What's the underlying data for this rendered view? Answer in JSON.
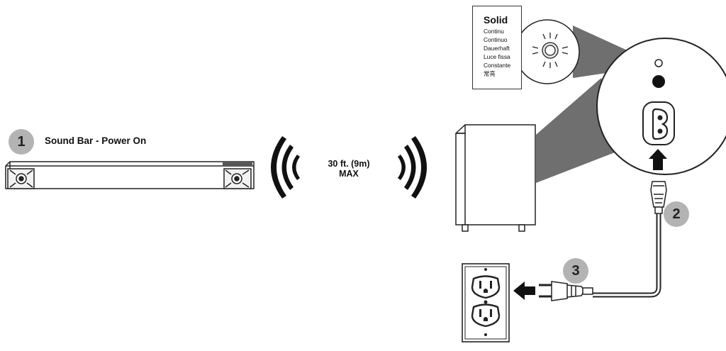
{
  "steps": {
    "step1": {
      "number": "1",
      "label": "Sound Bar - Power On"
    },
    "step2": {
      "number": "2"
    },
    "step3": {
      "number": "3"
    }
  },
  "range": {
    "line1": "30 ft. (9m)",
    "line2": "MAX"
  },
  "led_legend": {
    "title": "Solid",
    "translations": [
      "Continu",
      "Continuo",
      "Dauerhaft",
      "Luce fissa",
      "Constante",
      "常亮"
    ]
  },
  "colors": {
    "badge": "#b3b3b3",
    "line": "#222222",
    "background": "#ffffff"
  }
}
